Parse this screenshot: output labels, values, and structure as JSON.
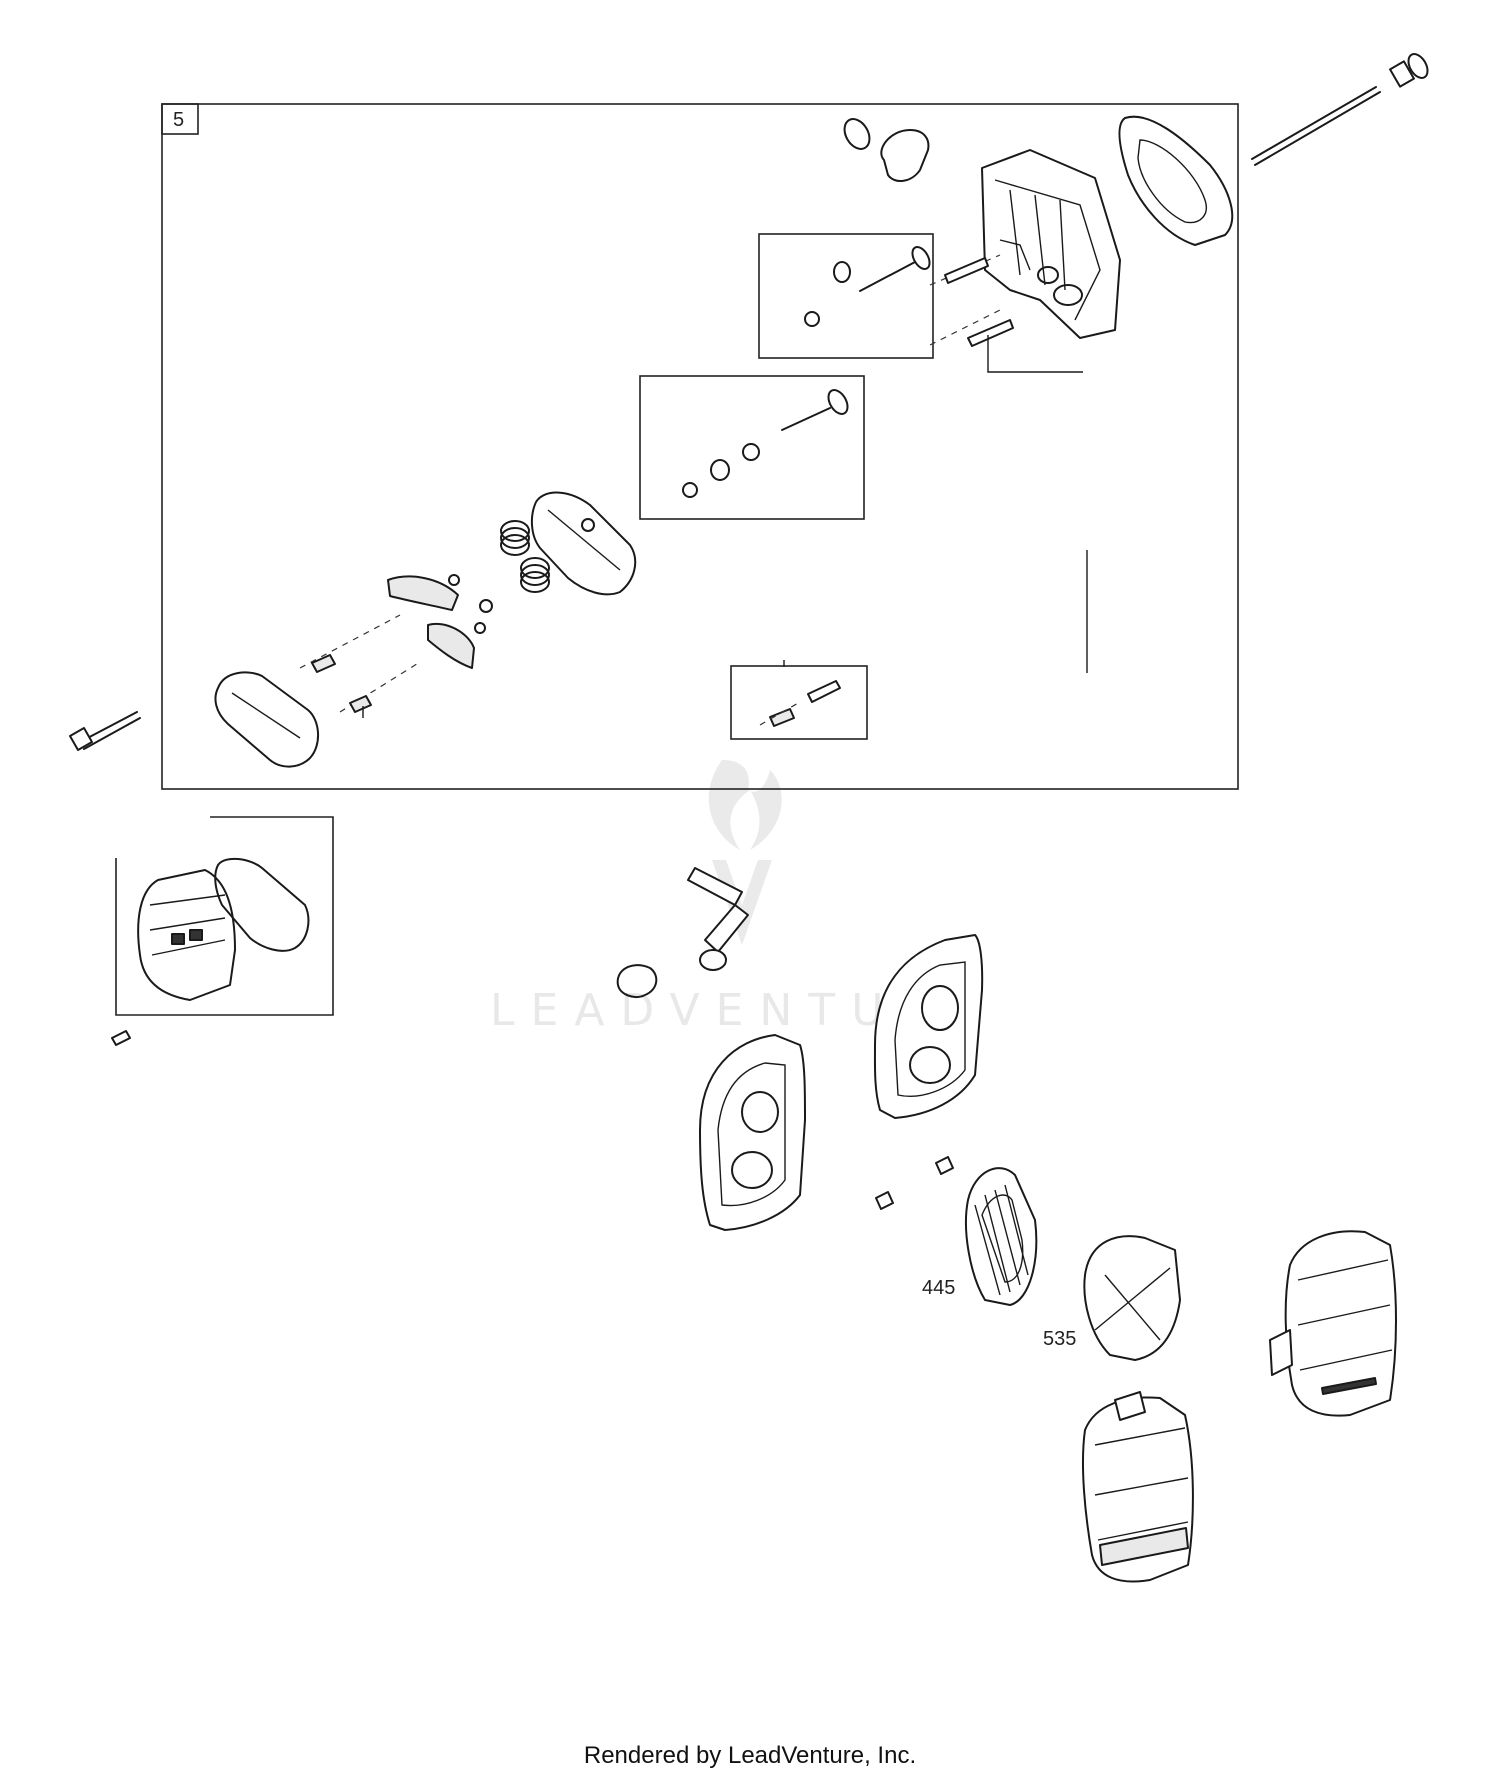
{
  "diagram": {
    "group_label": "5",
    "callouts": {
      "air_filter": "445",
      "pre_cleaner": "535"
    },
    "watermark": "LEADVENTURE"
  },
  "footer": {
    "rendered_by": "Rendered by LeadVenture, Inc."
  }
}
